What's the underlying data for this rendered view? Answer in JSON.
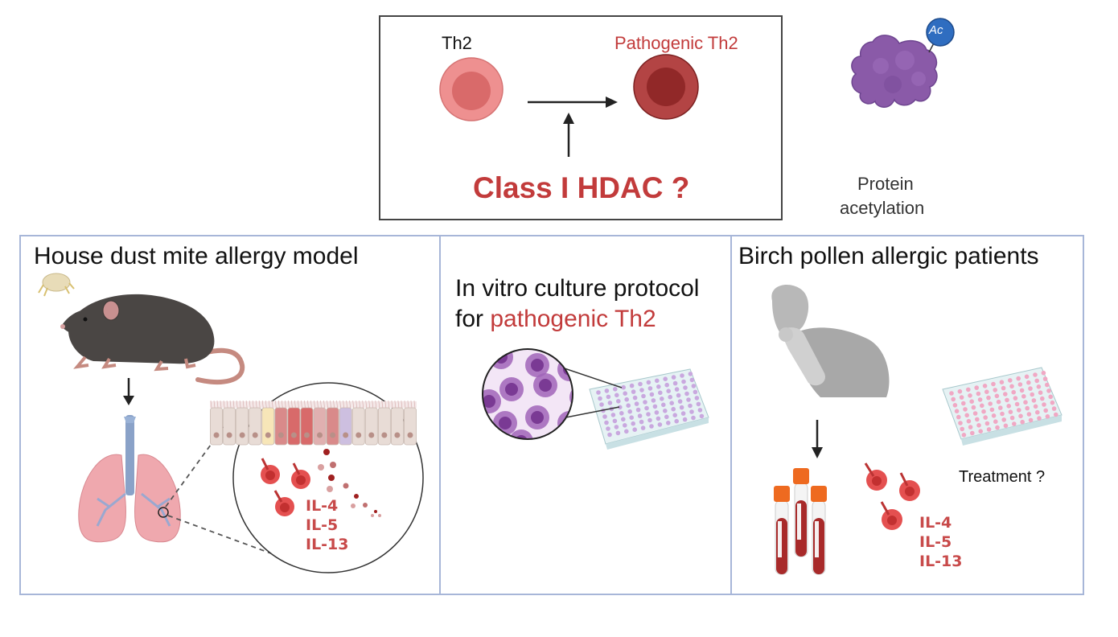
{
  "top_box": {
    "th2_label": "Th2",
    "pathogenic_label": "Pathogenic Th2",
    "question": "Class I HDAC ?"
  },
  "protein": {
    "badge": "Ac",
    "caption_line1": "Protein",
    "caption_line2": "acetylation"
  },
  "panels": [
    {
      "title": "House dust mite allergy model",
      "cytokines": [
        "IL-4",
        "IL-5",
        "IL-13"
      ]
    },
    {
      "title_line1": "In vitro culture protocol",
      "title_line2_prefix": "for ",
      "title_line2_highlight": "pathogenic Th2"
    },
    {
      "title": "Birch pollen allergic patients",
      "treatment": "Treatment ?",
      "cytokines": [
        "IL-4",
        "IL-5",
        "IL-13"
      ]
    }
  ],
  "colors": {
    "accent_red": "#c23b3b",
    "panel_border": "#a7b6d8",
    "top_border": "#444444",
    "protein_purple": "#8a5aa8",
    "ac_blue": "#2f6dc0"
  }
}
